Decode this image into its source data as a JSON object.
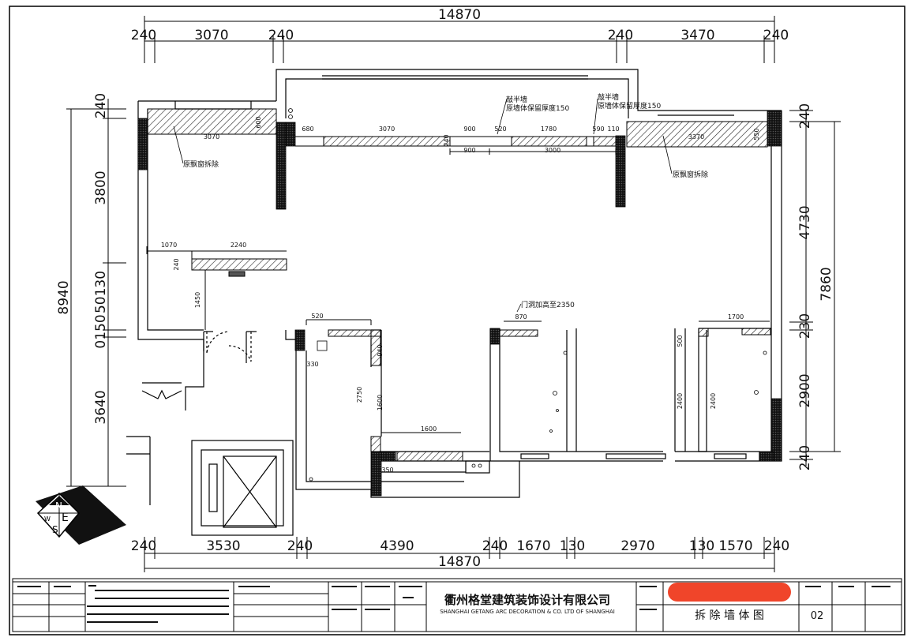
{
  "overall": {
    "top_total": "14870",
    "bottom_total": "14870"
  },
  "top_dims": [
    "240",
    "3070",
    "240",
    "240",
    "3470",
    "240"
  ],
  "bottom_dims": [
    "240",
    "3530",
    "240",
    "4390",
    "240",
    "1670",
    "130",
    "2970",
    "130",
    "1570",
    "240"
  ],
  "left_dims": {
    "total": "8940",
    "d1": "240",
    "d2": "3800",
    "d3": "50130",
    "d3b": "0150",
    "d4": "3640"
  },
  "right_dims": {
    "total": "7860",
    "d1": "240",
    "d2": "4730",
    "d3": "230",
    "d4": "2900",
    "d5": "240"
  },
  "inner_dims": {
    "bay_left": "3070",
    "bay_left_h": "600",
    "bay_right": "3370",
    "bay_right_h": "550",
    "w680": "680",
    "w3070": "3070",
    "w240": "240",
    "w900": "900",
    "w520": "520",
    "w1780": "1780",
    "w590": "590",
    "w110": "110",
    "w900b": "900",
    "w3000": "3000",
    "w1070": "1070",
    "w2240": "2240",
    "w240b": "240",
    "h1450": "1450",
    "w520b": "520",
    "w330": "330",
    "h940": "940",
    "h2750": "2750",
    "h1600": "1600",
    "w1600": "1600",
    "w350": "350",
    "w870": "870",
    "w1700": "1700",
    "h500": "500",
    "h2400a": "2400",
    "h2400b": "2400"
  },
  "notes": {
    "half_wall_1": "敲半墙",
    "half_wall_1_sub": "原墙体保留厚度150",
    "half_wall_2": "敲半墙",
    "half_wall_2_sub": "原墙体保留厚度150",
    "bay_left": "原飘窗拆除",
    "bay_right": "原飘窗拆除",
    "door_raise": "门洞加高至2350"
  },
  "compass": {
    "n": "N",
    "e": "E",
    "s": "S",
    "w": "W"
  },
  "title_block": {
    "company_cn": "衢州格堂建筑装饰设计有限公司",
    "company_en": "SHANGHAI GETANG ARC DECORATION & CO. LTD OF SHANGHAI",
    "drawing_title": "拆 除 墙 体 图",
    "sheet_no": "02"
  }
}
